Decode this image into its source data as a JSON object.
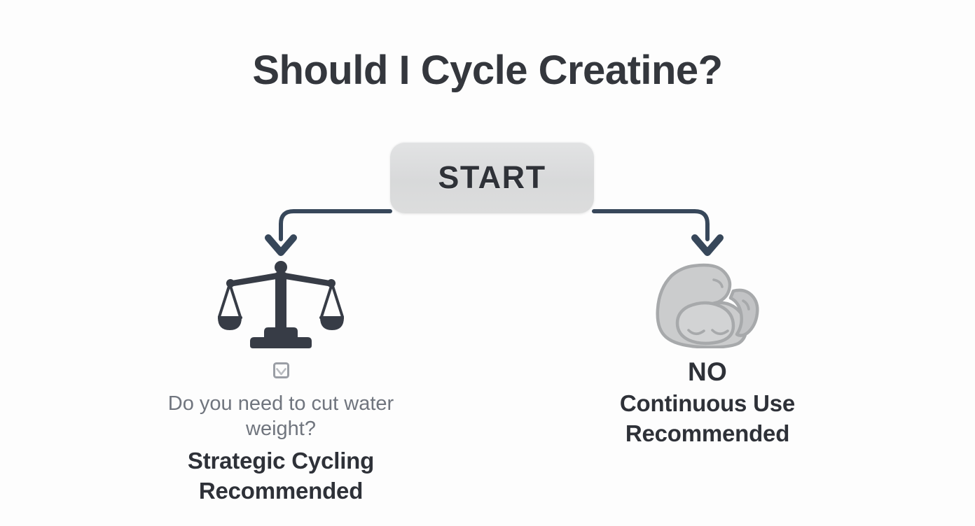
{
  "page": {
    "title": "Should I Cycle Creatine?",
    "background_color": "#fdfdfd",
    "accent_color": "#37475a",
    "text_color": "#2e3138",
    "muted_text_color": "#70757e"
  },
  "start_node": {
    "label": "START",
    "fill_color": "#dcdddd",
    "text_color": "#2f3238"
  },
  "connectors": {
    "stroke_color": "#37475a",
    "stroke_width": 6,
    "left_arrow_label": "arrow-to-left-branch",
    "right_arrow_label": "arrow-to-right-branch"
  },
  "branches": [
    {
      "id": "left",
      "icon": "balance-scale-icon",
      "icon_color": "#373c46",
      "checkbox_glyph": "checkbox-checked-icon",
      "question": "Do you need to cut water weight?",
      "lead": "",
      "outcome_lines": [
        "Strategic Cycling",
        "Recommended"
      ]
    },
    {
      "id": "right",
      "icon": "flexed-biceps-icon",
      "icon_color": "#c4c5c6",
      "checkbox_glyph": "",
      "question": "",
      "lead": "NO",
      "outcome_lines": [
        "Continuous Use",
        "Recommended"
      ]
    }
  ]
}
